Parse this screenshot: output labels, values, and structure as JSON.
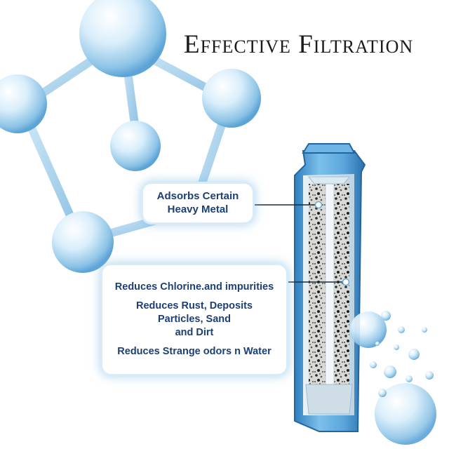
{
  "title": "Effective Filtration",
  "callouts": {
    "heavy_metal": {
      "line1": "Adsorbs Certain",
      "line2": "Heavy Metal"
    },
    "benefits": {
      "chlorine": "Reduces Chlorine.and impurities",
      "rust_line1": "Reduces Rust, Deposits",
      "rust_line2": "Particles, Sand",
      "rust_line3": "and Dirt",
      "odors": "Reduces Strange odors n Water"
    }
  },
  "colors": {
    "callout_text": "#1d3f73",
    "cartridge_blue": "#4f9fd6",
    "bubble_blue": "#bfe0f4"
  }
}
